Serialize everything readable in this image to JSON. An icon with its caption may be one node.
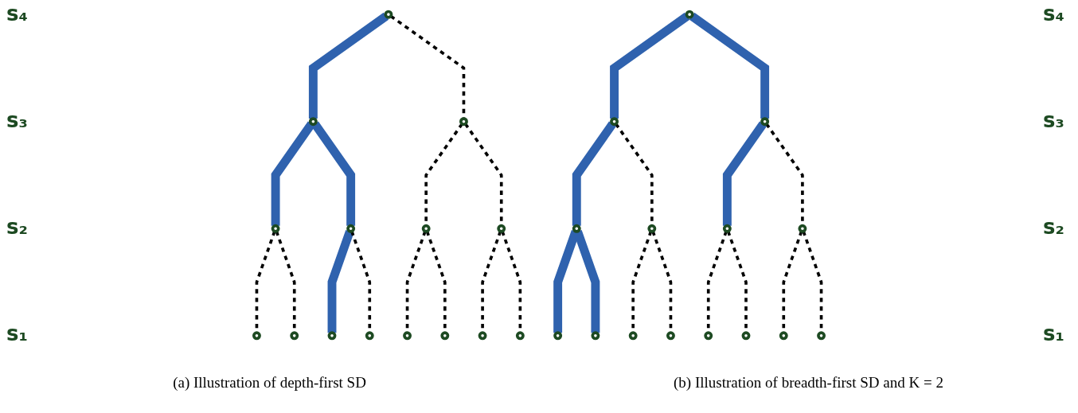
{
  "diagram": {
    "nodes": [
      {
        "text": [],
        "shape": "circle"
      },
      {
        "text": [],
        "shape": "circle"
      },
      {
        "text": [],
        "shape": "circle"
      },
      {
        "text": [],
        "shape": "circle"
      },
      {
        "text": [],
        "shape": "circle"
      },
      {
        "text": [],
        "shape": "circle"
      },
      {
        "text": [],
        "shape": "circle"
      },
      {
        "text": [],
        "shape": "circle"
      },
      {
        "text": [],
        "shape": "circle"
      },
      {
        "text": [],
        "shape": "circle"
      },
      {
        "text": [],
        "shape": "circle"
      },
      {
        "text": [],
        "shape": "circle"
      },
      {
        "text": [],
        "shape": "circle"
      },
      {
        "text": [],
        "shape": "circle"
      },
      {
        "text": [],
        "shape": "circle"
      },
      {
        "text": [],
        "shape": "circle"
      },
      {
        "text": [],
        "shape": "circle"
      },
      {
        "text": [],
        "shape": "circle"
      },
      {
        "text": [],
        "shape": "circle"
      },
      {
        "text": [],
        "shape": "circle"
      },
      {
        "text": [],
        "shape": "circle"
      },
      {
        "text": [],
        "shape": "circle"
      },
      {
        "text": [],
        "shape": "circle"
      },
      {
        "text": [],
        "shape": "circle"
      },
      {
        "text": [],
        "shape": "circle"
      },
      {
        "text": [],
        "shape": "circle"
      },
      {
        "text": [],
        "shape": "circle"
      },
      {
        "text": [],
        "shape": "circle"
      },
      {
        "text": [],
        "shape": "circle"
      },
      {
        "text": [],
        "shape": "circle"
      }
    ],
    "edges": [
      {
        "from": 0,
        "to": 1,
        "arrow": "none",
        "style": "thick",
        "color": "#2f62ae"
      },
      {
        "from": 0,
        "to": 2,
        "arrow": "none",
        "style": "dashed"
      },
      {
        "from": 1,
        "to": 3,
        "arrow": "none",
        "style": "thick",
        "color": "#2f62ae"
      },
      {
        "from": 1,
        "to": 4,
        "arrow": "none",
        "style": "thick",
        "color": "#2f62ae"
      },
      {
        "from": 2,
        "to": 5,
        "arrow": "none",
        "style": "dashed"
      },
      {
        "from": 2,
        "to": 6,
        "arrow": "none",
        "style": "dashed"
      },
      {
        "from": 3,
        "to": 7,
        "arrow": "none",
        "style": "dashed"
      },
      {
        "from": 3,
        "to": 8,
        "arrow": "none",
        "style": "dashed"
      },
      {
        "from": 4,
        "to": 9,
        "arrow": "none",
        "style": "thick",
        "color": "#2f62ae"
      },
      {
        "from": 4,
        "to": 10,
        "arrow": "none",
        "style": "dashed"
      },
      {
        "from": 5,
        "to": 11,
        "arrow": "none",
        "style": "dashed"
      },
      {
        "from": 5,
        "to": 12,
        "arrow": "none",
        "style": "dashed"
      },
      {
        "from": 6,
        "to": 13,
        "arrow": "none",
        "style": "dashed"
      },
      {
        "from": 6,
        "to": 14,
        "arrow": "none",
        "style": "dashed"
      },
      {
        "from": 15,
        "to": 16,
        "arrow": "none",
        "style": "thick",
        "color": "#2f62ae"
      },
      {
        "from": 15,
        "to": 17,
        "arrow": "none",
        "style": "thick",
        "color": "#2f62ae"
      },
      {
        "from": 16,
        "to": 18,
        "arrow": "none",
        "style": "thick",
        "color": "#2f62ae"
      },
      {
        "from": 16,
        "to": 19,
        "arrow": "none",
        "style": "dashed"
      },
      {
        "from": 17,
        "to": 20,
        "arrow": "none",
        "style": "thick",
        "color": "#2f62ae"
      },
      {
        "from": 17,
        "to": 21,
        "arrow": "none",
        "style": "dashed"
      },
      {
        "from": 18,
        "to": 22,
        "arrow": "none",
        "style": "thick",
        "color": "#2f62ae"
      },
      {
        "from": 18,
        "to": 23,
        "arrow": "none",
        "style": "thick",
        "color": "#2f62ae"
      },
      {
        "from": 19,
        "to": 24,
        "arrow": "none",
        "style": "dashed"
      },
      {
        "from": 19,
        "to": 25,
        "arrow": "none",
        "style": "dashed"
      },
      {
        "from": 20,
        "to": 26,
        "arrow": "none",
        "style": "dashed"
      },
      {
        "from": 20,
        "to": 27,
        "arrow": "none",
        "style": "dashed"
      },
      {
        "from": 21,
        "to": 28,
        "arrow": "none",
        "style": "dashed"
      },
      {
        "from": 21,
        "to": 29,
        "arrow": "none",
        "style": "dashed"
      }
    ],
    "labels": [
      "s₄",
      "s₄",
      "s₃",
      "s₃",
      "s₂",
      "s₂",
      "s₁",
      "s₁",
      "(a) Illustration of depth-first SD",
      "(b) Illustration of breadth-first SD and K = 2"
    ]
  }
}
